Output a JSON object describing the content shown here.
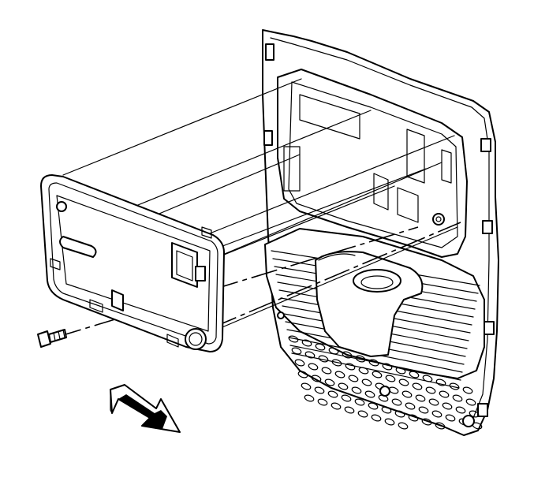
{
  "diagram": {
    "components": [
      {
        "id": "door-panel",
        "icon": "door-trim-panel"
      },
      {
        "id": "switch-bezel-panel",
        "icon": "switch-bezel"
      },
      {
        "id": "retaining-screw",
        "icon": "screw"
      },
      {
        "id": "direction-arrow",
        "icon": "arrow-forward"
      }
    ],
    "colors": {
      "line": "#000000",
      "background": "#ffffff"
    }
  }
}
